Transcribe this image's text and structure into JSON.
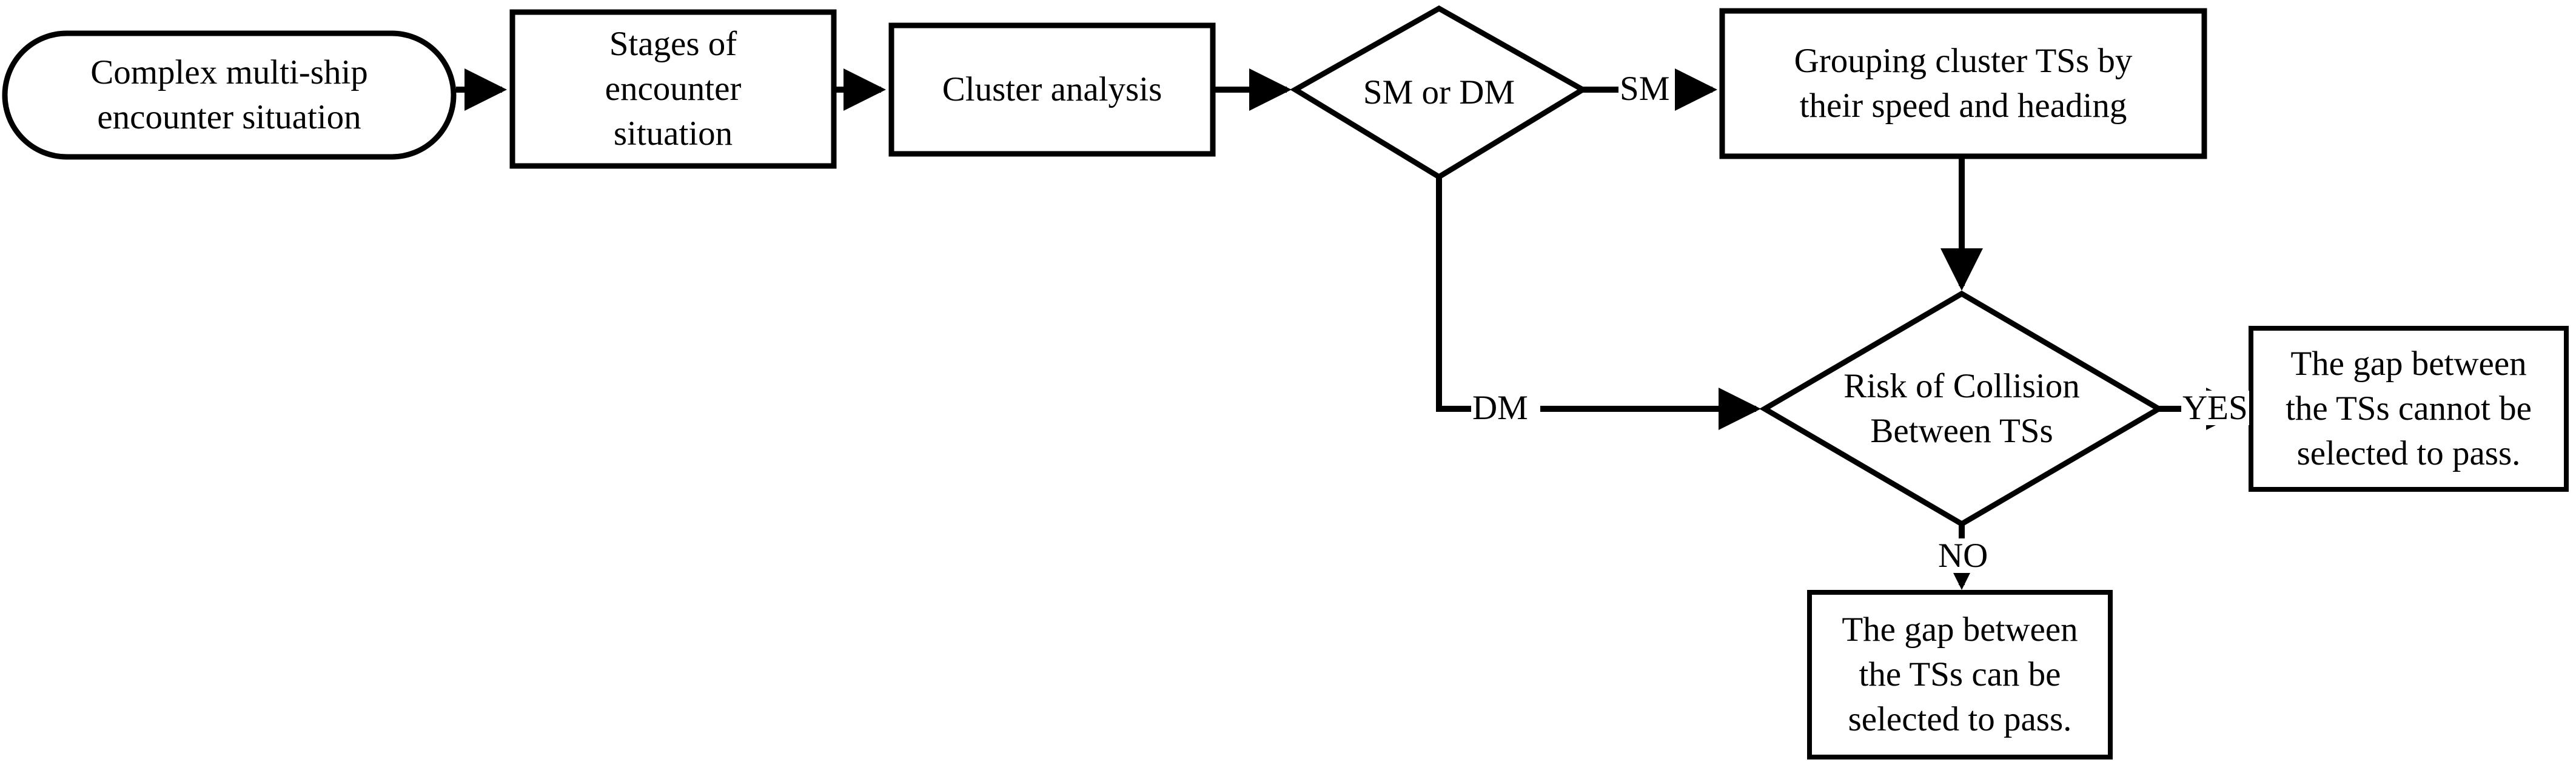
{
  "diagram": {
    "title": "Ship encounter situation decision flowchart",
    "background_color": "#ffffff",
    "line_color": "#000000",
    "text_color": "#000000"
  },
  "nodes": {
    "start": {
      "shape": "stadium",
      "lines": [
        "Complex multi-ship",
        "encounter situation"
      ]
    },
    "stages": {
      "shape": "rectangle",
      "lines": [
        "Stages of",
        "encounter",
        "situation"
      ]
    },
    "cluster": {
      "shape": "rectangle",
      "lines": [
        "Cluster analysis"
      ]
    },
    "decision_mode": {
      "shape": "diamond",
      "lines": [
        "SM or DM"
      ]
    },
    "grouping": {
      "shape": "rectangle",
      "lines": [
        "Grouping cluster TSs by",
        "their speed and heading"
      ]
    },
    "decision_risk": {
      "shape": "diamond",
      "lines": [
        "Risk of Collision",
        "Between TSs"
      ]
    },
    "cannot_pass": {
      "shape": "rectangle",
      "lines": [
        "The gap between",
        "the TSs cannot be",
        "selected to pass."
      ]
    },
    "can_pass": {
      "shape": "rectangle",
      "lines": [
        "The gap between",
        "the TSs can be",
        "selected to pass."
      ]
    }
  },
  "edge_labels": {
    "sm": "SM",
    "dm": "DM",
    "yes": "YES",
    "no": "NO"
  }
}
